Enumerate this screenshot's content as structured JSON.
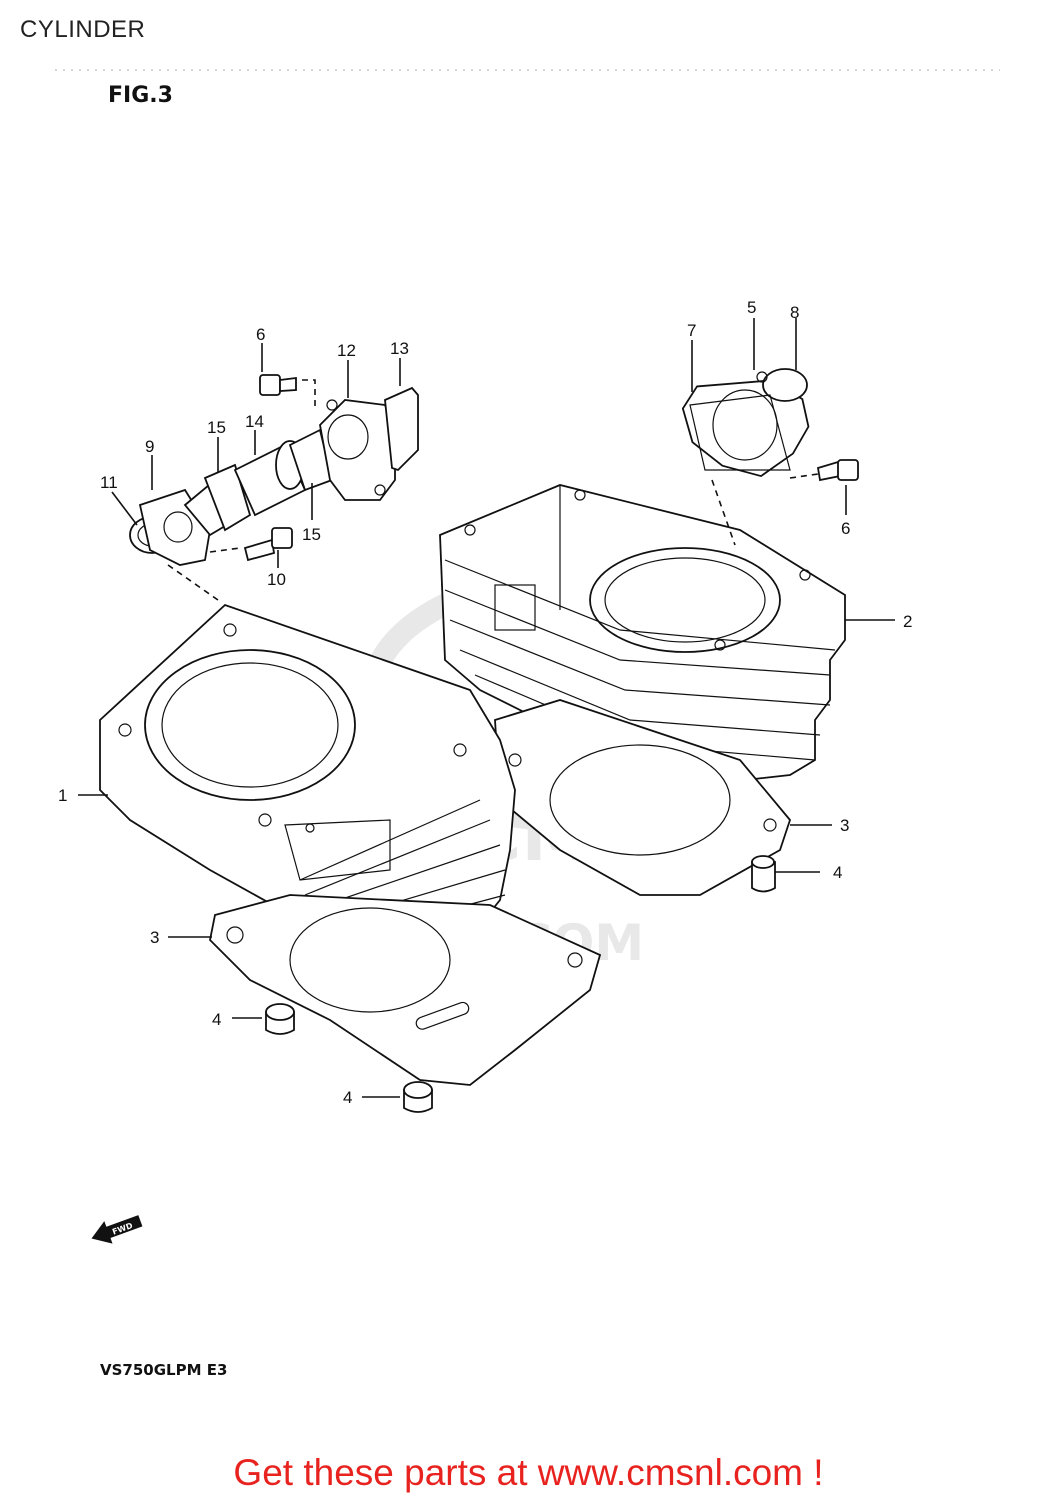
{
  "header": {
    "title": "CYLINDER"
  },
  "figure": {
    "label": "FIG.3",
    "model": "VS750GLPM E3",
    "fwd_arrow_text": "FWD"
  },
  "watermark": {
    "text": "CMSNL.COM"
  },
  "callouts": [
    {
      "id": "c1",
      "text": "1"
    },
    {
      "id": "c2",
      "text": "2"
    },
    {
      "id": "c3a",
      "text": "3"
    },
    {
      "id": "c3b",
      "text": "3"
    },
    {
      "id": "c4a",
      "text": "4"
    },
    {
      "id": "c4b",
      "text": "4"
    },
    {
      "id": "c4c",
      "text": "4"
    },
    {
      "id": "c5",
      "text": "5"
    },
    {
      "id": "c6a",
      "text": "6"
    },
    {
      "id": "c6b",
      "text": "6"
    },
    {
      "id": "c7",
      "text": "7"
    },
    {
      "id": "c8",
      "text": "8"
    },
    {
      "id": "c9",
      "text": "9"
    },
    {
      "id": "c10",
      "text": "10"
    },
    {
      "id": "c11",
      "text": "11"
    },
    {
      "id": "c12",
      "text": "12"
    },
    {
      "id": "c13",
      "text": "13"
    },
    {
      "id": "c14",
      "text": "14"
    },
    {
      "id": "c15a",
      "text": "15"
    },
    {
      "id": "c15b",
      "text": "15"
    }
  ],
  "footer": {
    "link_text": "Get these parts at www.cmsnl.com !",
    "link_color": "#e8231f"
  }
}
